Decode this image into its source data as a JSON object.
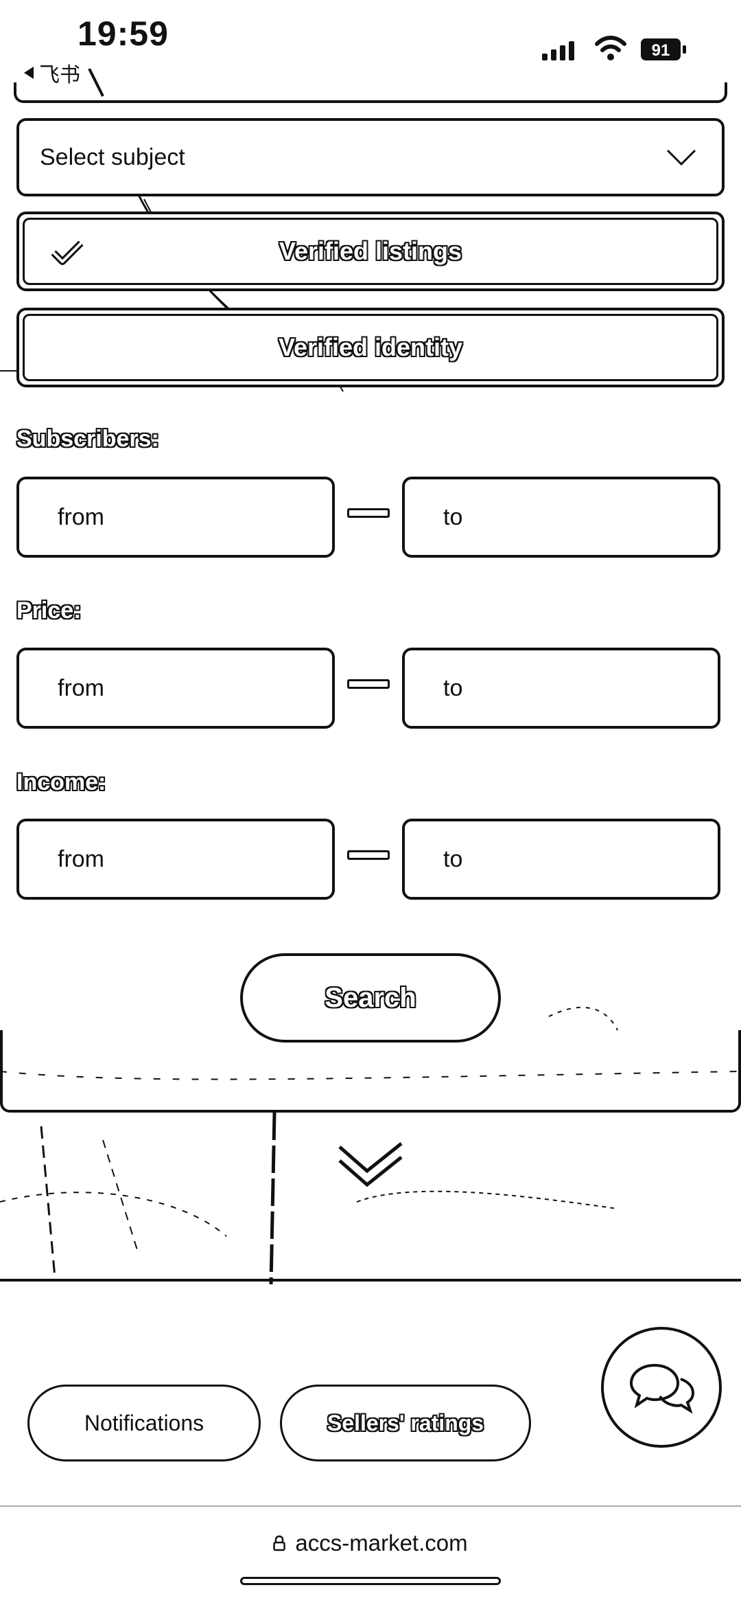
{
  "status_bar": {
    "time": "19:59",
    "back_app": "飞书",
    "battery": "91"
  },
  "filters": {
    "subject_placeholder": "Select subject",
    "verified_listings": "Verified listings",
    "verified_listings_checked": true,
    "verified_identity": "Verified identity",
    "verified_identity_checked": false,
    "subscribers": {
      "label": "Subscribers:",
      "from": "from",
      "to": "to"
    },
    "price": {
      "label": "Price:",
      "from": "from",
      "to": "to"
    },
    "income": {
      "label": "Income:",
      "from": "from",
      "to": "to"
    },
    "search_label": "Search"
  },
  "footer": {
    "notifications": "Notifications",
    "sellers_ratings": "Sellers' ratings"
  },
  "browser": {
    "url": "accs-market.com"
  },
  "icons": {
    "dropdown": "chevron-down-icon",
    "check": "checkmark-icon",
    "scroll": "double-chevron-down-icon",
    "chat": "chat-bubbles-icon",
    "lock": "lock-icon"
  }
}
